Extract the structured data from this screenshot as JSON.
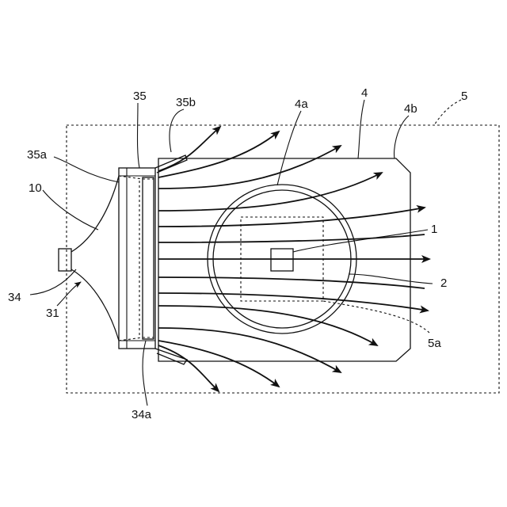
{
  "labels": {
    "l35": "35",
    "l35b": "35b",
    "l4a": "4a",
    "l4": "4",
    "l4b": "4b",
    "l5": "5",
    "l35a": "35a",
    "l10": "10",
    "l1": "1",
    "l2": "2",
    "l34": "34",
    "l31": "31",
    "l5a": "5a",
    "l34a": "34a"
  }
}
